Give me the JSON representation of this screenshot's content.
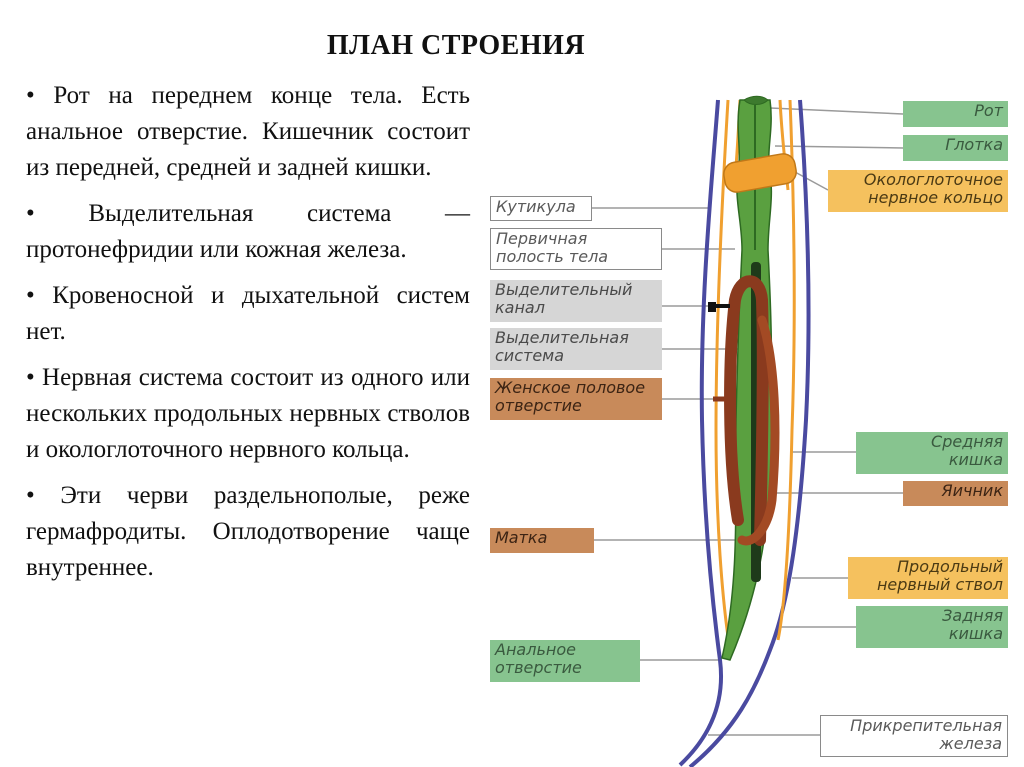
{
  "title": "ПЛАН СТРОЕНИЯ",
  "bullets": [
    "• Рот на переднем конце тела. Есть анальное отверстие. Кишечник состоит из передней, средней и задней кишки.",
    "• Выделительная система — протонефридии или кожная железа.",
    "• Кровеносной и дыхательной систем нет.",
    "• Нервная система состоит из одного или нескольких продольных нервных стволов и окологлоточного нервного кольца.",
    "• Эти черви раздельнополые, реже гермафродиты. Оплодотворение чаще внутреннее."
  ],
  "labels": {
    "mouth": "Рот",
    "pharynx": "Глотка",
    "nerve_ring_1": "Окологлоточное",
    "nerve_ring_2": "нервное кольцо",
    "cuticle": "Кутикула",
    "body_cavity_1": "Первичная",
    "body_cavity_2": "полость тела",
    "excretory_canal_1": "Выделительный",
    "excretory_canal_2": "канал",
    "excretory_system_1": "Выделительная",
    "excretory_system_2": "система",
    "female_pore_1": "Женское половое",
    "female_pore_2": "отверстие",
    "midgut_1": "Средняя",
    "midgut_2": "кишка",
    "ovary": "Яичник",
    "uterus": "Матка",
    "nerve_cord_1": "Продольный",
    "nerve_cord_2": "нервный ствол",
    "hindgut_1": "Задняя",
    "hindgut_2": "кишка",
    "anus_1": "Анальное",
    "anus_2": "отверстие",
    "gland_1": "Прикрепительная",
    "gland_2": "железа"
  },
  "colors": {
    "label_green": "#87c48f",
    "label_grey": "#d6d6d6",
    "label_brown": "#c88a5a",
    "label_yellow": "#f5c15e",
    "body_outline": "#4a4aa0",
    "nerve": "#f0a030",
    "gut": "#5aa040",
    "uterus": "#8a3a1e"
  }
}
